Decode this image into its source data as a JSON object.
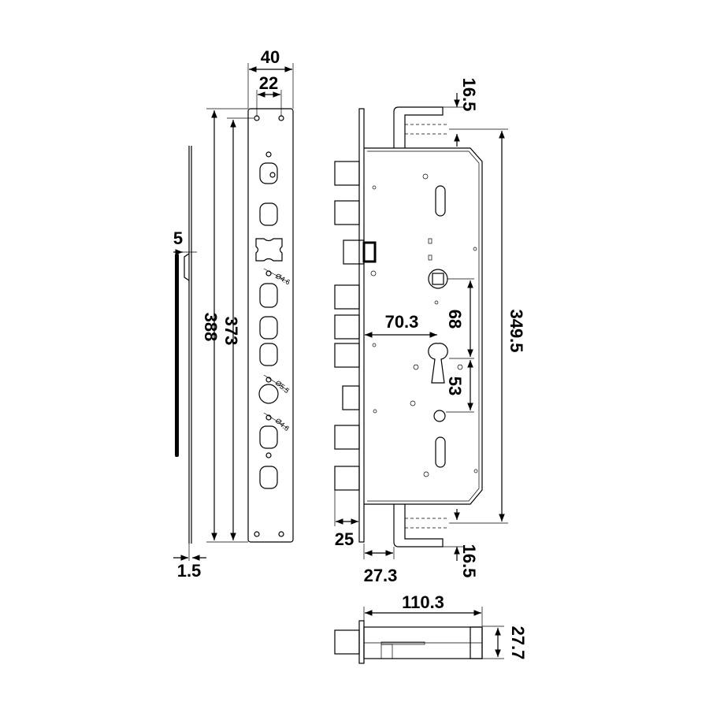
{
  "dimensions": {
    "faceplate_width": "40",
    "hole_spacing": "22",
    "plate_offset": "5",
    "overall_length": "388",
    "hole_length": "373",
    "plate_thickness": "1.5",
    "rod_top": "16.5",
    "rod_bottom": "16.5",
    "body_length": "349.5",
    "backset": "70.3",
    "spindle_to_cylinder": "68",
    "cylinder_to_lower": "53",
    "bolt_throw": "25",
    "rod_offset": "27.3",
    "body_depth": "110.3",
    "body_thickness": "27.7"
  },
  "hole_labels": [
    "Ø4.6",
    "Ø5.5",
    "Ø4.6"
  ]
}
